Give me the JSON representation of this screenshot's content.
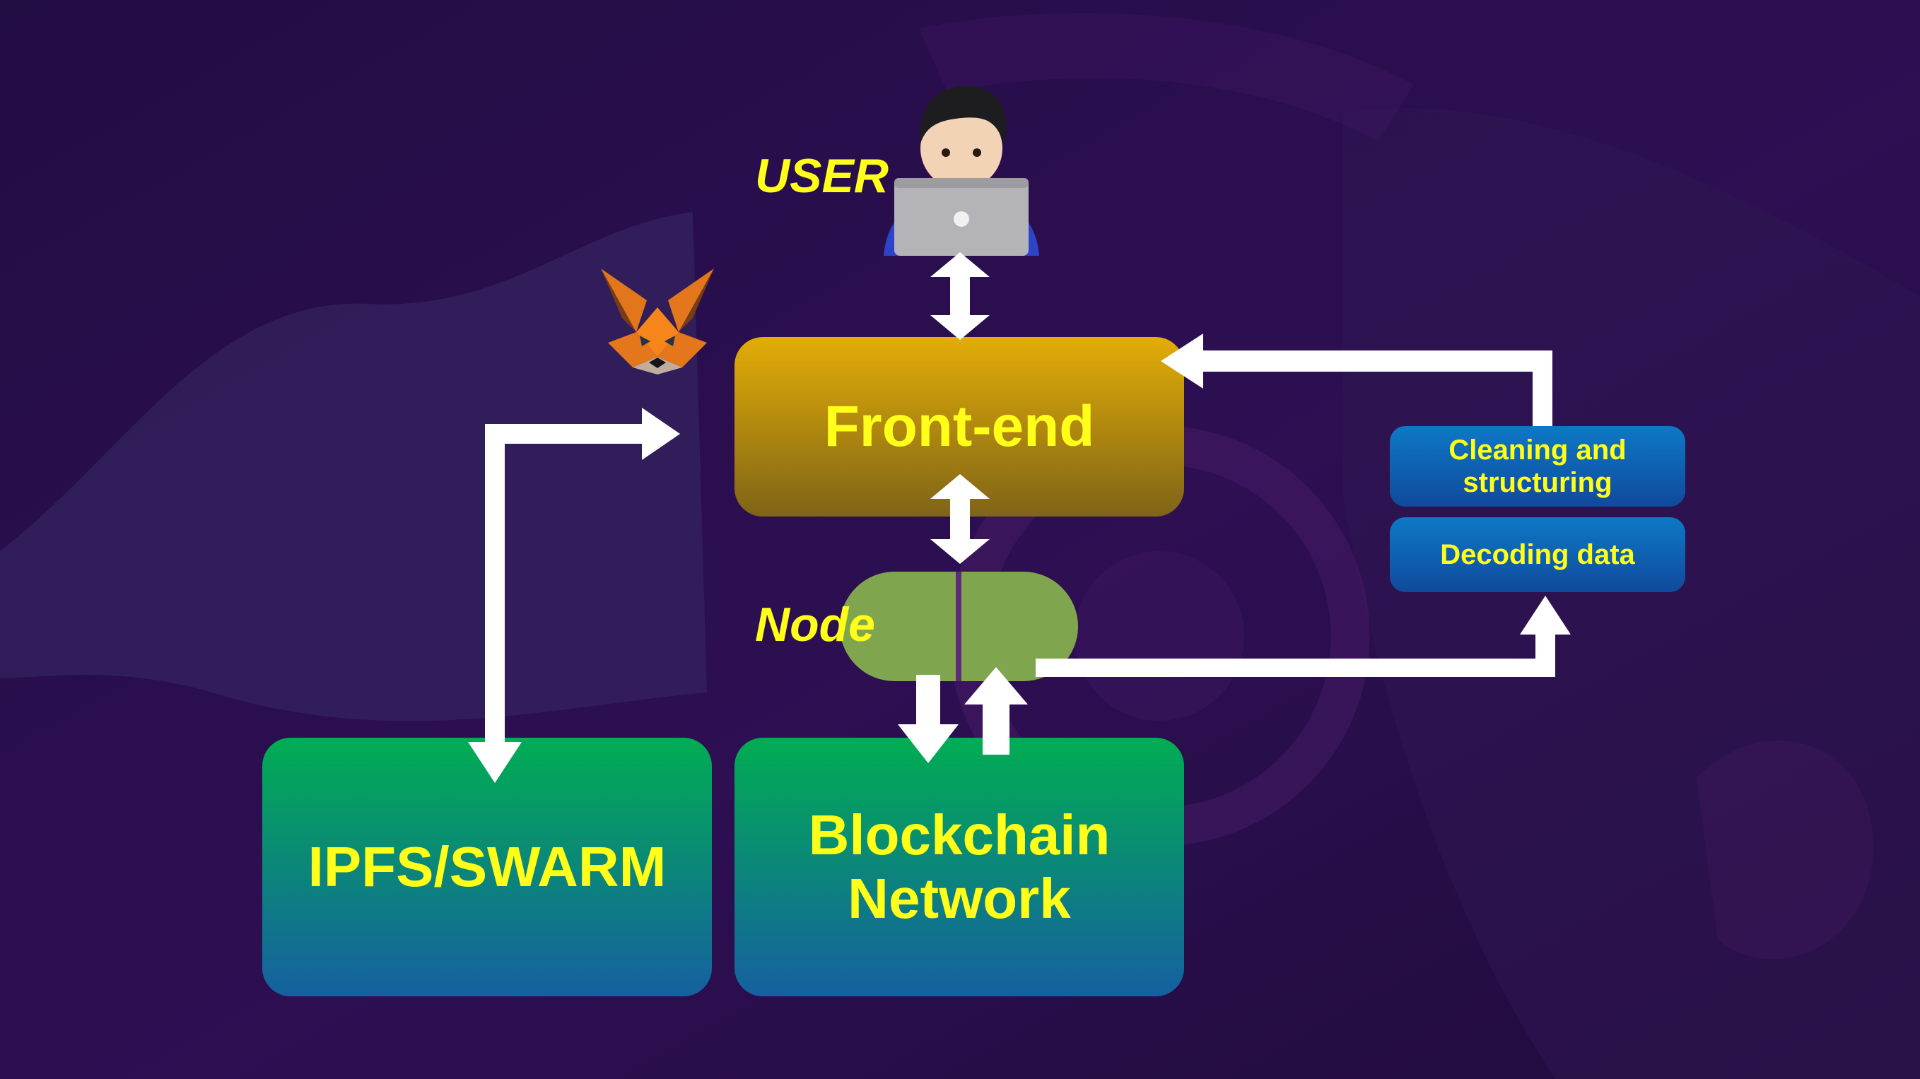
{
  "labels": {
    "user": "USER",
    "node": "Node"
  },
  "boxes": {
    "frontend": "Front-end",
    "ipfs": "IPFS/SWARM",
    "blockchain_line1": "Blockchain",
    "blockchain_line2": "Network",
    "cleaning_line1": "Cleaning and",
    "cleaning_line2": "structuring",
    "decoding": "Decoding data"
  },
  "icons": {
    "user": "user-with-laptop-icon",
    "wallet": "metamask-fox-icon"
  },
  "colors": {
    "background": "#26104a",
    "text": "#ffff1a",
    "frontend_top": "#e3ad06",
    "frontend_bottom": "#7f6418",
    "node": "#7fa64f",
    "network_top": "#01ad52",
    "network_bottom": "#1560a0",
    "side_top": "#0d79c6",
    "side_bottom": "#10499c",
    "arrow": "#ffffff"
  }
}
